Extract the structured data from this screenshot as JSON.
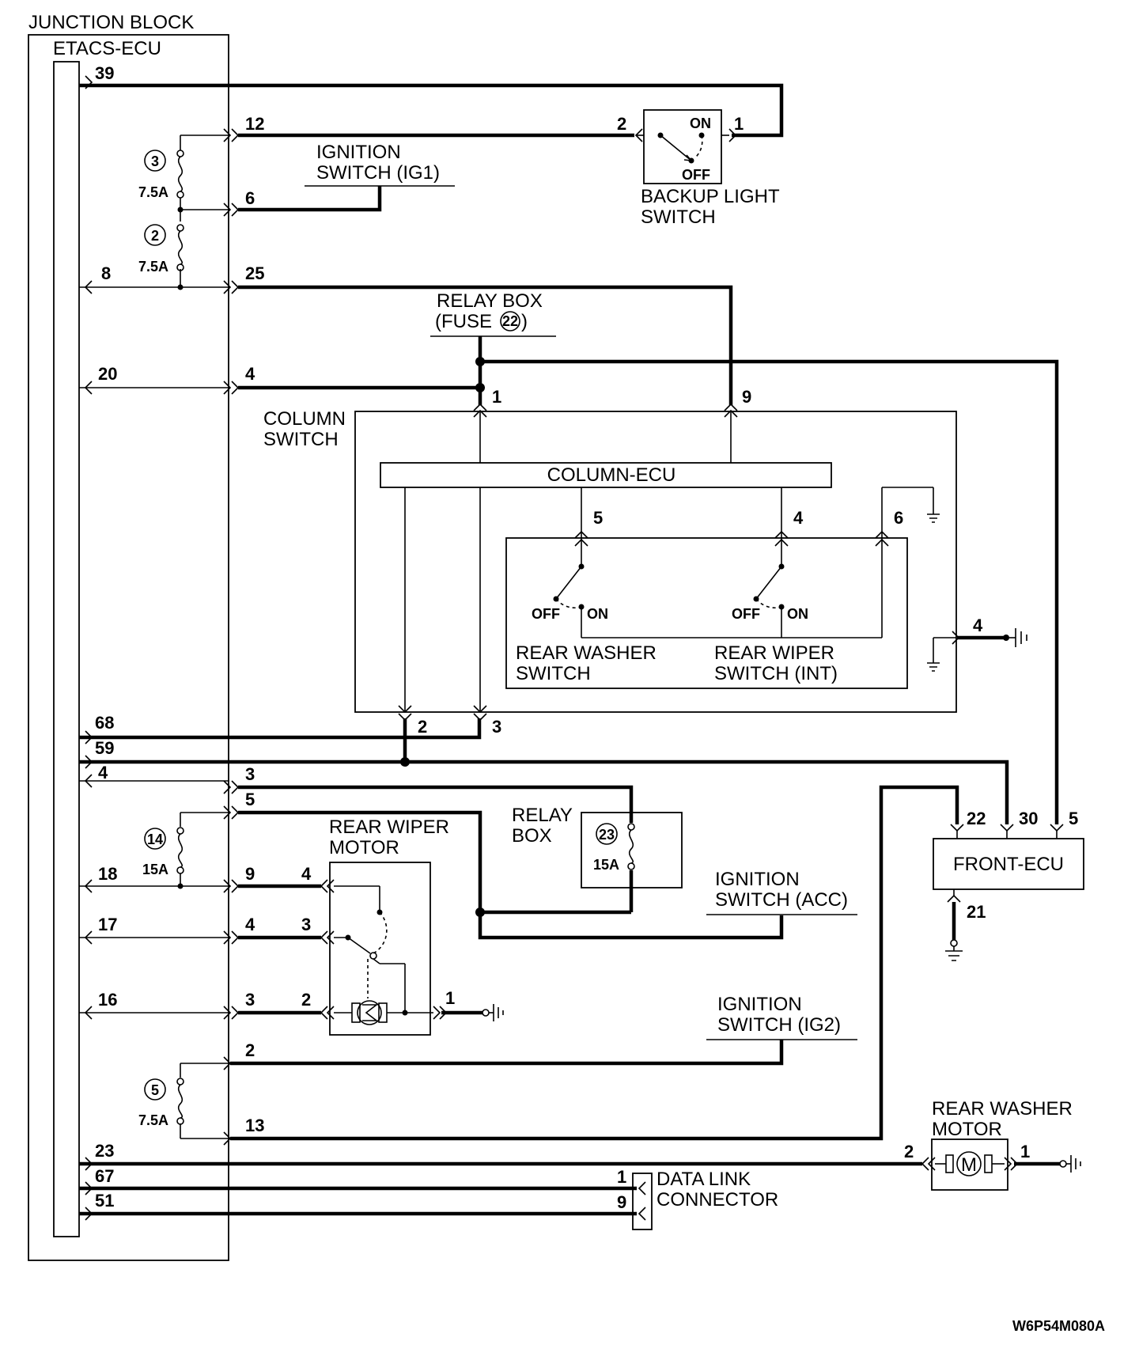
{
  "labels": {
    "junction_block": "JUNCTION BLOCK",
    "etacs_ecu": "ETACS-ECU",
    "ignition_ig1_l1": "IGNITION",
    "ignition_ig1_l2": "SWITCH (IG1)",
    "backup_l1": "BACKUP LIGHT",
    "backup_l2": "SWITCH",
    "backup_on": "ON",
    "backup_off": "OFF",
    "relay_fuse_l1": "RELAY BOX",
    "relay_fuse_l2a": "(FUSE",
    "relay_fuse_num": "22",
    "relay_fuse_l2b": ")",
    "column_l1": "COLUMN",
    "column_l2": "SWITCH",
    "column_ecu": "COLUMN-ECU",
    "sw_off": "OFF",
    "sw_on": "ON",
    "rear_washer_sw_l1": "REAR WASHER",
    "rear_washer_sw_l2": "SWITCH",
    "rear_wiper_sw_l1": "REAR WIPER",
    "rear_wiper_sw_l2": "SWITCH (INT)",
    "relay_box_l1": "RELAY",
    "relay_box_l2": "BOX",
    "relay_box_fuse_num": "23",
    "relay_box_fuse_amp": "15A",
    "rear_wiper_motor_l1": "REAR WIPER",
    "rear_wiper_motor_l2": "MOTOR",
    "ign_acc_l1": "IGNITION",
    "ign_acc_l2": "SWITCH (ACC)",
    "ign_ig2_l1": "IGNITION",
    "ign_ig2_l2": "SWITCH (IG2)",
    "front_ecu": "FRONT-ECU",
    "rear_washer_motor_l1": "REAR WASHER",
    "rear_washer_motor_l2": "MOTOR",
    "data_link_l1": "DATA LINK",
    "data_link_l2": "CONNECTOR",
    "motor_m": "M",
    "figure_code": "W6P54M080A"
  },
  "fuses": {
    "f3": {
      "num": "3",
      "amp": "7.5A"
    },
    "f2": {
      "num": "2",
      "amp": "7.5A"
    },
    "f14": {
      "num": "14",
      "amp": "15A"
    },
    "f5": {
      "num": "5",
      "amp": "7.5A"
    }
  },
  "pins": {
    "e39": "39",
    "j12": "12",
    "j6": "6",
    "e8": "8",
    "j25": "25",
    "e20": "20",
    "j4a": "4",
    "e68": "68",
    "e59": "59",
    "e4": "4",
    "j3a": "3",
    "j5": "5",
    "e18": "18",
    "j9": "9",
    "e17": "17",
    "j4b": "4",
    "e16": "16",
    "j3b": "3",
    "j2": "2",
    "j13": "13",
    "e23": "23",
    "e67": "67",
    "e51": "51",
    "bl2": "2",
    "bl1": "1",
    "cs1": "1",
    "cs9": "9",
    "cs5": "5",
    "cs4": "4",
    "cs6": "6",
    "cs4g": "4",
    "cs2": "2",
    "cs3": "3",
    "wm4": "4",
    "wm3": "3",
    "wm2": "2",
    "wm1": "1",
    "fe22": "22",
    "fe30": "30",
    "fe5": "5",
    "fe21": "21",
    "rw2": "2",
    "rw1": "1",
    "dl1": "1",
    "dl9": "9"
  }
}
